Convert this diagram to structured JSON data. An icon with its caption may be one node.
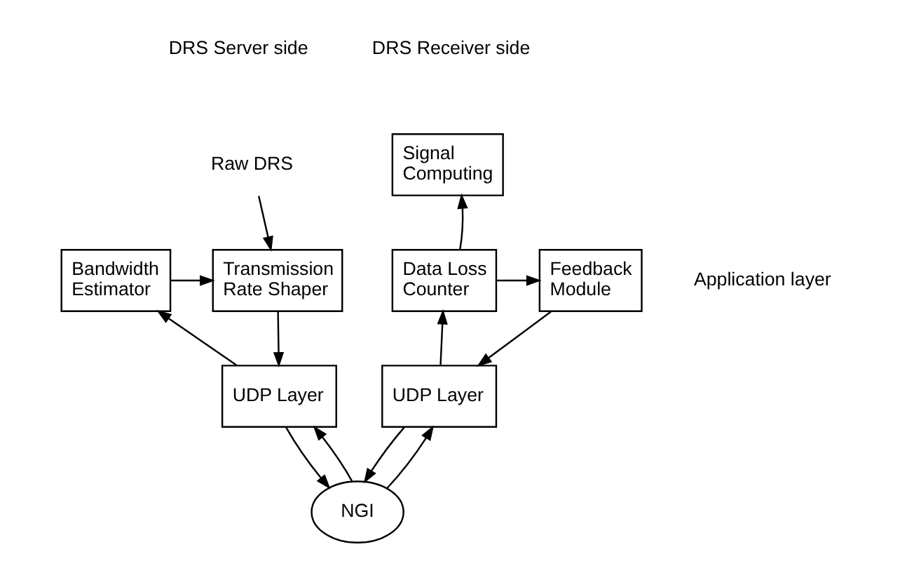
{
  "diagram": {
    "nodes": [
      {
        "text": [
          "Raw DRS"
        ]
      },
      {
        "text": [
          "Signal Computing"
        ]
      },
      {
        "text": [
          "Bandwidth Estimator"
        ]
      },
      {
        "text": [
          "Transmission Rate Shaper"
        ]
      },
      {
        "text": [
          "Data Loss Counter"
        ]
      },
      {
        "text": [
          "Feedback Module"
        ]
      },
      {
        "text": [
          "UDP Layer"
        ]
      },
      {
        "text": [
          "UDP Layer"
        ]
      },
      {
        "text": [
          "NGI"
        ]
      }
    ],
    "edges": [
      {
        "from": 0,
        "to": 3,
        "arrow": "to"
      },
      {
        "from": 2,
        "to": 3,
        "arrow": "to"
      },
      {
        "from": 3,
        "to": 6,
        "arrow": "to"
      },
      {
        "from": 6,
        "to": 2,
        "arrow": "to"
      },
      {
        "from": 6,
        "to": 8,
        "arrow": "to"
      },
      {
        "from": 8,
        "to": 6,
        "arrow": "to"
      },
      {
        "from": 8,
        "to": 7,
        "arrow": "to"
      },
      {
        "from": 7,
        "to": 4,
        "arrow": "to"
      },
      {
        "from": 4,
        "to": 1,
        "arrow": "to"
      },
      {
        "from": 4,
        "to": 5,
        "arrow": "to"
      },
      {
        "from": 5,
        "to": 7,
        "arrow": "to"
      },
      {
        "from": 7,
        "to": 8,
        "arrow": "to"
      }
    ],
    "labels": [
      "DRS Server side",
      "DRS Receiver side",
      "Application layer"
    ]
  }
}
